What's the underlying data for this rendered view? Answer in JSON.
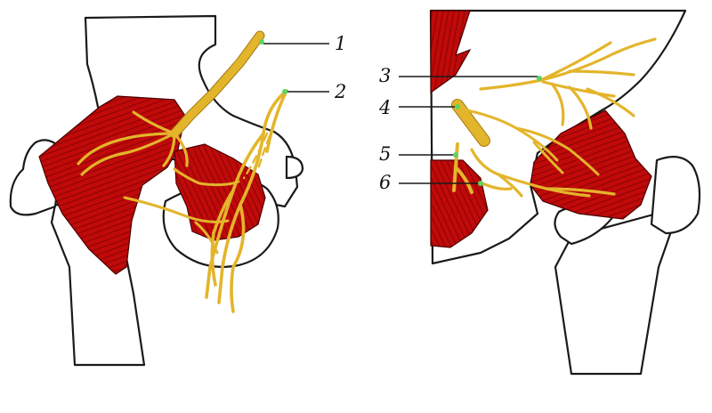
{
  "labels": {
    "l1": "1",
    "l2": "2",
    "l3": "3",
    "l4": "4",
    "l5": "5",
    "l6": "6"
  },
  "colors": {
    "muscle": "#c00a0a",
    "muscle_dark": "#7a0000",
    "nerve": "#e3b52b",
    "nerve_edge": "#a57a10",
    "marker": "#5fd35f",
    "outline": "#1a1a1a"
  }
}
